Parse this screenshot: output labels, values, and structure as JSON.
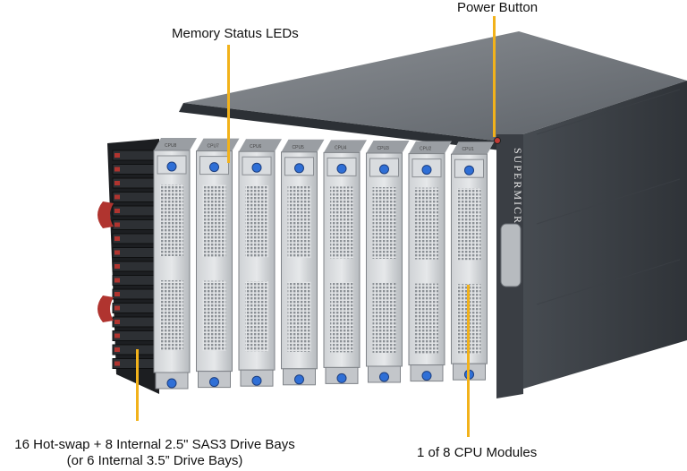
{
  "callouts": {
    "memory_leds": "Memory Status LEDs",
    "power_button": "Power Button",
    "drive_bays_line1": "16 Hot-swap + 8 Internal 2.5\" SAS3 Drive Bays",
    "drive_bays_line2": "(or 6 Internal 3.5” Drive Bays)",
    "cpu_modules": "1 of 8 CPU Modules"
  },
  "product": {
    "brand": "SUPERMICR",
    "module_tags": [
      "CPU8",
      "CPU7",
      "CPU6",
      "CPU5",
      "CPU4",
      "CPU3",
      "CPU2",
      "CPU1"
    ]
  },
  "colors": {
    "leader": "#f2b21b",
    "led_button": "#2f6fd6",
    "accent_red": "#b0342f"
  },
  "module_count": 8,
  "drive_slot_count": 16
}
